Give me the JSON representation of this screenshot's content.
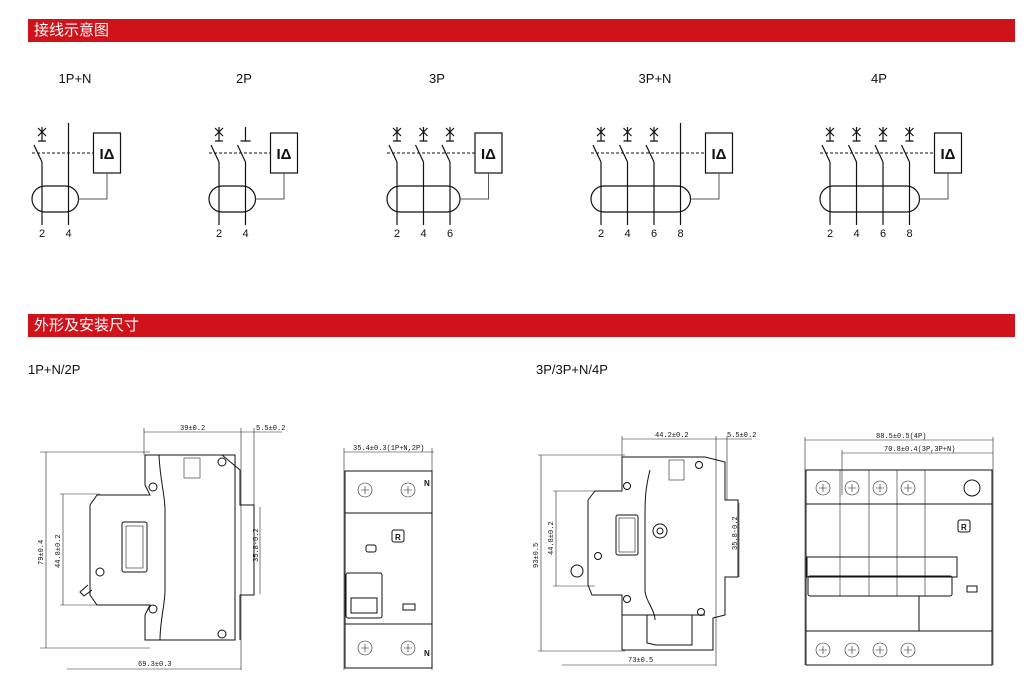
{
  "sections": {
    "wiring": {
      "title": "接线示意图"
    },
    "dimensions": {
      "title": "外形及安装尺寸"
    }
  },
  "wiring_diagrams": [
    {
      "label": "1P+N",
      "poles": [
        "switch",
        "neutral"
      ],
      "symbols": [
        "x",
        ""
      ],
      "terminals": [
        "2",
        "4"
      ]
    },
    {
      "label": "2P",
      "poles": [
        "switch",
        "switch"
      ],
      "symbols": [
        "x",
        "t"
      ],
      "terminals": [
        "2",
        "4"
      ]
    },
    {
      "label": "3P",
      "poles": [
        "switch",
        "switch",
        "switch"
      ],
      "symbols": [
        "x",
        "x",
        "x"
      ],
      "terminals": [
        "2",
        "4",
        "6"
      ]
    },
    {
      "label": "3P+N",
      "poles": [
        "switch",
        "switch",
        "switch",
        "neutral"
      ],
      "symbols": [
        "x",
        "x",
        "x",
        ""
      ],
      "terminals": [
        "2",
        "4",
        "6",
        "8"
      ]
    },
    {
      "label": "4P",
      "poles": [
        "switch",
        "switch",
        "switch",
        "switch"
      ],
      "symbols": [
        "x",
        "x",
        "x",
        "x"
      ],
      "terminals": [
        "2",
        "4",
        "6",
        "8"
      ]
    }
  ],
  "residual_box_label": "IΔ",
  "dimension_groups": [
    {
      "label": "1P+N/2P",
      "side": {
        "width_top": "39±0.2",
        "rail_offset": "5.5±0.2",
        "height": "79±0.4",
        "inner_height": "44.8±0.2",
        "rail": "35.8-0.2",
        "depth": "69.3±0.3"
      },
      "front": {
        "width": "35.4±0.3(1P+N,2P)",
        "n_mark": "N",
        "r_mark": "R"
      }
    },
    {
      "label": "3P/3P+N/4P",
      "side": {
        "width_top": "44.2±0.2",
        "rail_offset": "5.5±0.2",
        "height": "93±0.5",
        "inner_height": "44.8±0.2",
        "rail": "35.8-0.2",
        "depth": "73±0.5"
      },
      "front": {
        "width": "88.5±0.5(4P)",
        "width_3p": "70.8±0.4(3P,3P+N)",
        "r_mark": "R"
      }
    }
  ]
}
